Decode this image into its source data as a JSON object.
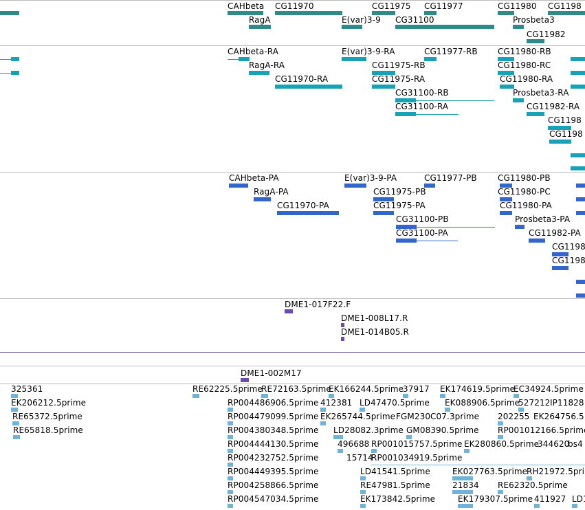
{
  "colors": {
    "gene": "#2e8b8b",
    "transcript": "#17a2b8",
    "protein": "#3366cc",
    "bac": "#6a4ca8",
    "est": "#6fb3d9",
    "separator": "#bbbbbb",
    "bac_separator": "#6a4ca8"
  },
  "tracks": {
    "genes": {
      "labels": [
        "CAHbeta",
        "CG11970",
        "CG11975",
        "CG11977",
        "CG11980",
        "CG1198",
        "RagA",
        "E(var)3-9",
        "CG31100",
        "Prosbeta3",
        "CG11982"
      ]
    },
    "transcripts": {
      "labels": [
        "CAHbeta-RA",
        "E(var)3-9-RA",
        "CG11977-RB",
        "CG11980-RB",
        "RagA-RA",
        "CG11975-RB",
        "CG11980-RC",
        "CG11970-RA",
        "CG11975-RA",
        "CG11980-RA",
        "CG31100-RB",
        "Prosbeta3-RA",
        "CG31100-RA",
        "CG11982-RA",
        "CG1198",
        "CG1198"
      ]
    },
    "proteins": {
      "labels": [
        "CAHbeta-PA",
        "E(var)3-9-PA",
        "CG11977-PB",
        "CG11980-PB",
        "RagA-PA",
        "CG11975-PB",
        "CG11980-PC",
        "CG11970-PA",
        "CG11975-PA",
        "CG11980-PA",
        "CG31100-PB",
        "Prosbeta3-PA",
        "CG31100-PA",
        "CG11982-PA",
        "CG1198",
        "CG1198"
      ]
    },
    "bacs": {
      "labels": [
        "DME1-017F22.F",
        "DME1-008L17.R",
        "DME1-014B05.R",
        "DME1-002M17"
      ]
    },
    "ests": {
      "labels": [
        "325361",
        "EK206212.5prime",
        "RE65372.5prime",
        "RE65818.5prime",
        "RE62225.5prime",
        "RE72163.5prime",
        "EK166244.5prime",
        "37917",
        "EK174619.5prime",
        "EC34924.5prime",
        "RP004486906.5prime",
        "412381",
        "LD47470.5prime",
        "EK088906.5prime",
        "527212",
        "IP11828",
        "RP004479099.5prime",
        "EK265744.5prime",
        "FGM230C07.3prime",
        "202255",
        "EK264756.5",
        "RP004380348.5prime",
        "LD28082.3prime",
        "GM08390.5prime",
        "RP001012166.5prime",
        "RP004444130.5prime",
        "496688",
        "RP001015757.5prime",
        "EK280860.5prime",
        "344620",
        "bs4",
        "RP004232752.5prime",
        "15714",
        "RP001034919.5prime",
        "RP004449395.5prime",
        "LD41541.5prime",
        "EK027763.5prime",
        "RH21972.5prime",
        "RP004258866.5prime",
        "RE47981.5prime",
        "21834",
        "RE62320.5prime",
        "RP004547034.5prime",
        "EK173842.5prime",
        "EK179307.5prime",
        "411927",
        "LD1"
      ]
    }
  }
}
